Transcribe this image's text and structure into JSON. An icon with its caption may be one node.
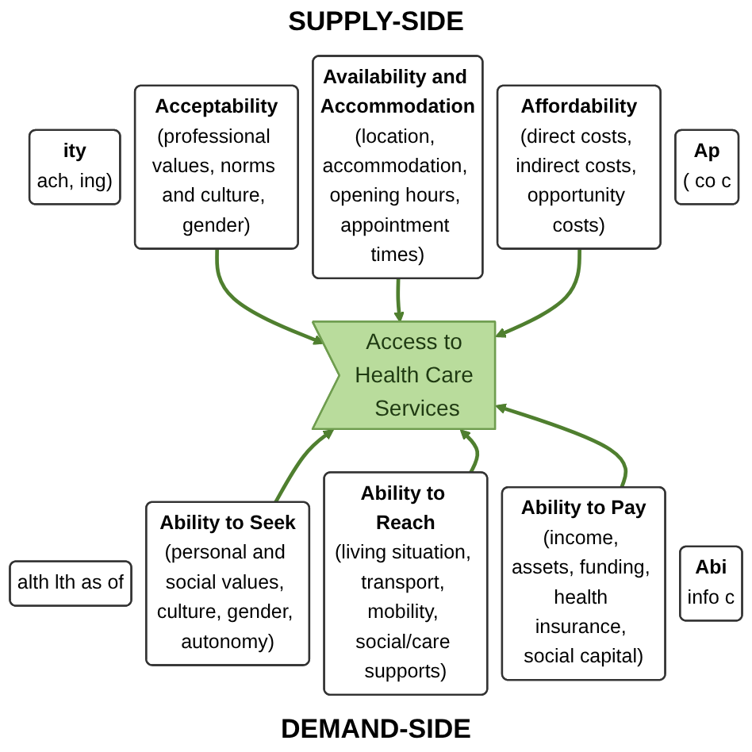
{
  "diagram": {
    "nodes": [
      {
        "text": [
          "ity",
          "ach, ing)"
        ]
      },
      {
        "text": [
          "Acceptability",
          "(professional values, norms and culture, gender)"
        ]
      },
      {
        "text": [
          "Availability and Accommodation",
          "(location, accommodation, opening hours, appointment times)"
        ]
      },
      {
        "text": [
          "Affordability",
          "(direct costs, indirect costs, opportunity costs)"
        ]
      },
      {
        "text": [
          "Ap",
          "( co c"
        ]
      },
      {
        "text": [
          "Access to Health Care Services"
        ]
      },
      {
        "text": [
          "alth lth as of"
        ]
      },
      {
        "text": [
          "Ability to Seek",
          "(personal and social values, culture, gender, autonomy)"
        ]
      },
      {
        "text": [
          "Ability to Reach",
          "(living situation, transport, mobility, social/care supports)"
        ]
      },
      {
        "text": [
          "Ability to Pay",
          "(income, assets, funding, health insurance, social capital)"
        ]
      },
      {
        "text": [
          "Abi",
          "info c"
        ]
      }
    ],
    "edges": [
      {
        "from": 1,
        "to": 5,
        "arrow": "to"
      },
      {
        "from": 2,
        "to": 5,
        "arrow": "to"
      },
      {
        "from": 3,
        "to": 5,
        "arrow": "to"
      },
      {
        "from": 7,
        "to": 5,
        "arrow": "to"
      },
      {
        "from": 8,
        "to": 5,
        "arrow": "to"
      },
      {
        "from": 9,
        "to": 5,
        "arrow": "to"
      }
    ],
    "labels": [
      "SUPPLY-SIDE",
      "DEMAND-SIDE"
    ]
  }
}
